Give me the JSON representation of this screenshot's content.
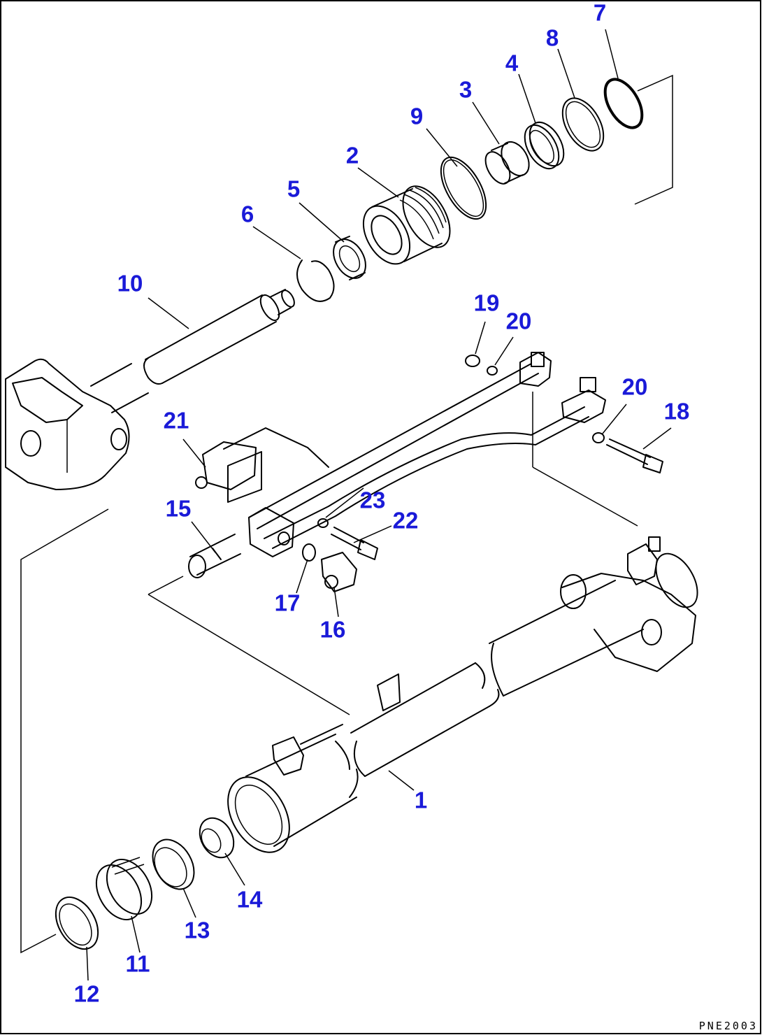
{
  "drawing_code": "PNE2003",
  "callouts": [
    {
      "id": "1",
      "label": "1"
    },
    {
      "id": "2",
      "label": "2"
    },
    {
      "id": "3",
      "label": "3"
    },
    {
      "id": "4",
      "label": "4"
    },
    {
      "id": "5",
      "label": "5"
    },
    {
      "id": "6",
      "label": "6"
    },
    {
      "id": "7",
      "label": "7"
    },
    {
      "id": "8",
      "label": "8"
    },
    {
      "id": "9",
      "label": "9"
    },
    {
      "id": "10",
      "label": "10"
    },
    {
      "id": "11",
      "label": "11"
    },
    {
      "id": "12",
      "label": "12"
    },
    {
      "id": "13",
      "label": "13"
    },
    {
      "id": "14",
      "label": "14"
    },
    {
      "id": "15",
      "label": "15"
    },
    {
      "id": "16",
      "label": "16"
    },
    {
      "id": "17",
      "label": "17"
    },
    {
      "id": "18",
      "label": "18"
    },
    {
      "id": "19",
      "label": "19"
    },
    {
      "id": "20a",
      "label": "20"
    },
    {
      "id": "20b",
      "label": "20"
    },
    {
      "id": "21",
      "label": "21"
    },
    {
      "id": "22",
      "label": "22"
    },
    {
      "id": "23",
      "label": "23"
    }
  ],
  "colors": {
    "callout": "#1a1ad8",
    "line": "#000000",
    "background": "#ffffff"
  }
}
